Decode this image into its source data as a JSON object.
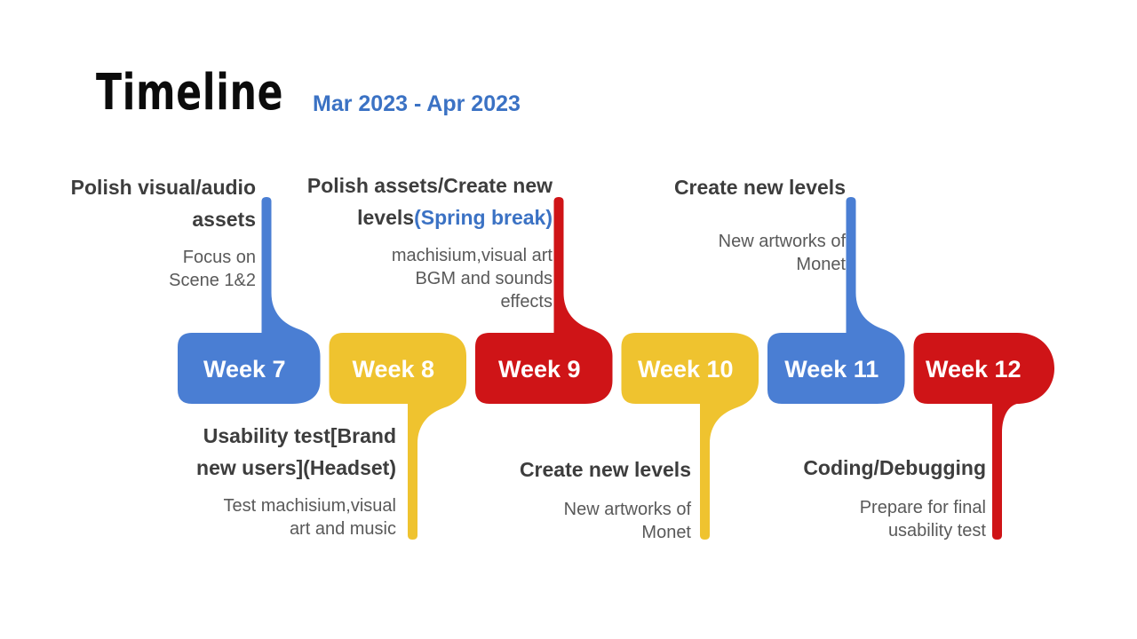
{
  "title": "Timeline",
  "date_range": "Mar 2023 - Apr 2023",
  "colors": {
    "blue": "#4a7ed3",
    "yellow": "#efc32f",
    "red": "#cf1417",
    "accent_text": "#3b72c4",
    "heading_text": "#3d3d3d",
    "sub_text": "#595959"
  },
  "timeline": {
    "weeks": [
      {
        "label": "Week 7",
        "color": "blue",
        "connector": "up"
      },
      {
        "label": "Week 8",
        "color": "yellow",
        "connector": "down"
      },
      {
        "label": "Week 9",
        "color": "red",
        "connector": "up"
      },
      {
        "label": "Week 10",
        "color": "yellow",
        "connector": "down"
      },
      {
        "label": "Week 11",
        "color": "blue",
        "connector": "up"
      },
      {
        "label": "Week 12",
        "color": "red",
        "connector": "down"
      }
    ]
  },
  "annotations": [
    {
      "week": "Week 7",
      "position": "above",
      "title": "Polish visual/audio assets",
      "title_accent": "",
      "subtitle": "Focus on Scene 1&2"
    },
    {
      "week": "Week 9",
      "position": "above",
      "title": "Polish assets/Create new levels",
      "title_accent": "(Spring break)",
      "subtitle": "machisium,visual art BGM and sounds effects"
    },
    {
      "week": "Week 11",
      "position": "above",
      "title": "Create new levels",
      "title_accent": "",
      "subtitle": "New artworks of Monet"
    },
    {
      "week": "Week 8",
      "position": "below",
      "title": "Usability test[Brand new users](Headset)",
      "title_accent": "",
      "subtitle": "Test machisium,visual art and music"
    },
    {
      "week": "Week 10",
      "position": "below",
      "title": "Create new levels",
      "title_accent": "",
      "subtitle": "New artworks of Monet"
    },
    {
      "week": "Week 12",
      "position": "below",
      "title": "Coding/Debugging",
      "title_accent": "",
      "subtitle": "Prepare for final usability test"
    }
  ]
}
